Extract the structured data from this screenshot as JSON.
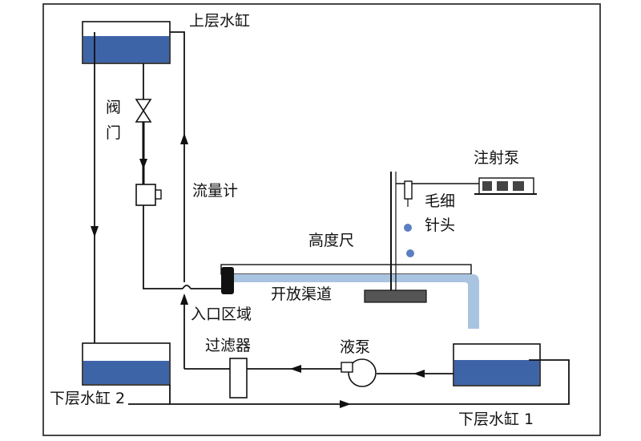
{
  "labels": {
    "upper_tank": "上层水缸",
    "valve_1": "阀",
    "valve_2": "门",
    "flowmeter": "流量计",
    "syringe_pump": "注射泵",
    "capillary_1": "毛细",
    "capillary_2": "针头",
    "height_ruler": "高度尺",
    "open_channel": "开放渠道",
    "inlet_zone": "入口区域",
    "filter": "过滤器",
    "liquid_pump": "液泵",
    "lower_tank_2": "下层水缸 2",
    "lower_tank_1": "下层水缸 1"
  },
  "colors": {
    "water": "#3e64a8",
    "channel_water": "#a9c4e0",
    "line": "#111111",
    "droplet": "#5b7fc0"
  }
}
